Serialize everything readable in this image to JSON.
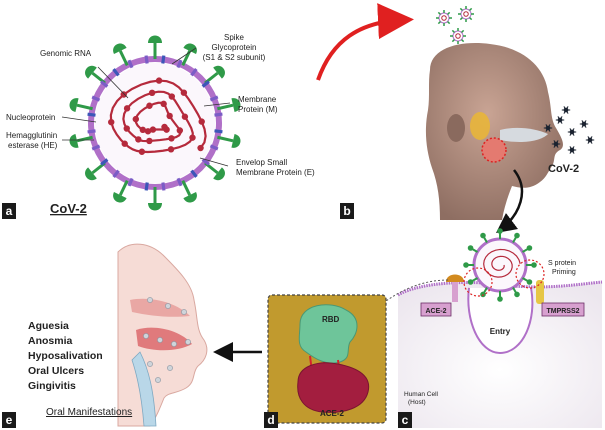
{
  "panel_a": {
    "panel_letter": "a",
    "title": "CoV-2",
    "labels": {
      "genomic_rna": "Genomic RNA",
      "spike_1": "Spike",
      "spike_2": "Glycoprotein",
      "spike_3": "(S1 & S2 subunit)",
      "nucleoprotein": "Nucleoprotein",
      "membrane_1": "Membrane",
      "membrane_2": "Protein (M)",
      "he_1": "Hemagglutinin",
      "he_2": "esterase (HE)",
      "envelope_1": "Envelop Small",
      "envelope_2": "Membrane Protein (E)"
    }
  },
  "panel_b": {
    "panel_letter": "b",
    "virus_label": "CoV-2"
  },
  "panel_c": {
    "panel_letter": "c",
    "s_protein_1": "S protein",
    "s_protein_2": "Priming",
    "ace2": "ACE-2",
    "tmprss2": "TMPRSS2",
    "entry": "Entry",
    "cell_1": "Human Cell",
    "cell_2": "(Host)"
  },
  "panel_d": {
    "panel_letter": "d",
    "rbd": "RBD",
    "ace2": "ACE-2"
  },
  "panel_e": {
    "panel_letter": "e",
    "symptoms": [
      "Aguesia",
      "Anosmia",
      "Hyposalivation",
      "Oral Ulcers",
      "Gingivitis"
    ],
    "caption": "Oral Manifestations"
  },
  "colors": {
    "spike_green": "#2f9a48",
    "membrane_purple": "#b070c8",
    "rna_red": "#b52a3c",
    "arrow_red": "#e02020",
    "ace2_box": "#d7a0cf",
    "gold_panel": "#c19a2e",
    "rbd_green": "#6ec59a",
    "ace2_red": "#a31e3f",
    "panel_tag": "#1a1a1a"
  }
}
